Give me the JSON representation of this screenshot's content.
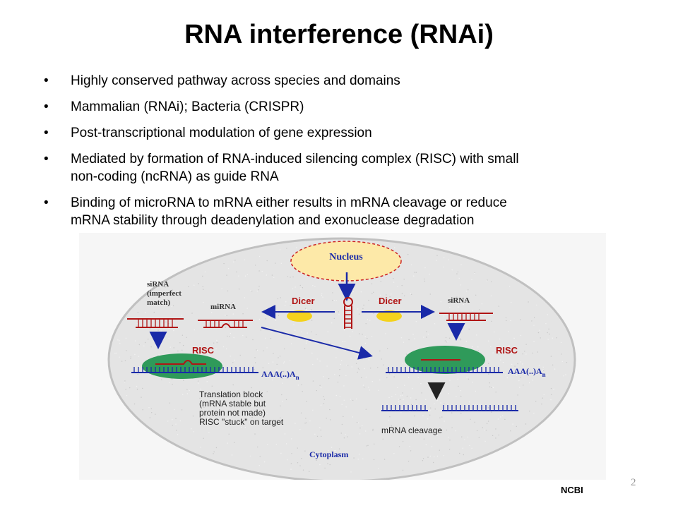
{
  "slide": {
    "title": "RNA interference (RNAi)",
    "bullets": [
      {
        "lines": [
          "Highly conserved pathway across species and domains"
        ]
      },
      {
        "lines": [
          "Mammalian (RNAi); Bacteria (CRISPR)"
        ]
      },
      {
        "lines": [
          "Post-transcriptional modulation of gene expression"
        ]
      },
      {
        "lines": [
          "Mediated by formation of RNA-induced silencing complex (RISC) with small",
          "non-coding (ncRNA) as guide RNA"
        ]
      },
      {
        "lines": [
          "Binding of microRNA to mRNA either results in mRNA cleavage or reduce",
          "mRNA stability through deadenylation and exonuclease degradation"
        ]
      }
    ],
    "bullet_glyph": "•",
    "credit": "NCBI",
    "page_number": "2"
  },
  "diagram": {
    "nucleus": "Nucleus",
    "dicer_left": "Dicer",
    "dicer_right": "Dicer",
    "sirna_imperfect": [
      "siRNA",
      "(imperfect",
      "match)"
    ],
    "mirna": "miRNA",
    "sirna_right": "siRNA",
    "risc_left": "RISC",
    "risc_right": "RISC",
    "polya_left": [
      "AAA(..)A",
      "n"
    ],
    "polya_right": [
      "AAA(..)A",
      "n"
    ],
    "translation_block": [
      "Translation block",
      "(mRNA stable but",
      "protein not made)",
      "RISC \"stuck\" on target"
    ],
    "mrna_cleavage": "mRNA cleavage",
    "cytoplasm": "Cytoplasm",
    "colors": {
      "cell_fill": "#e4e4e4",
      "cell_border": "#c0c0c0",
      "nucleus_fill": "#fde9a8",
      "nucleus_border": "#cc2222",
      "dicer_blob": "#f4d21c",
      "risc_blob": "#2f9a5a",
      "rna_red": "#b01515",
      "rna_blue": "#1a2aa8",
      "text_red": "#b01515",
      "text_blue": "#1a2aa8"
    }
  }
}
